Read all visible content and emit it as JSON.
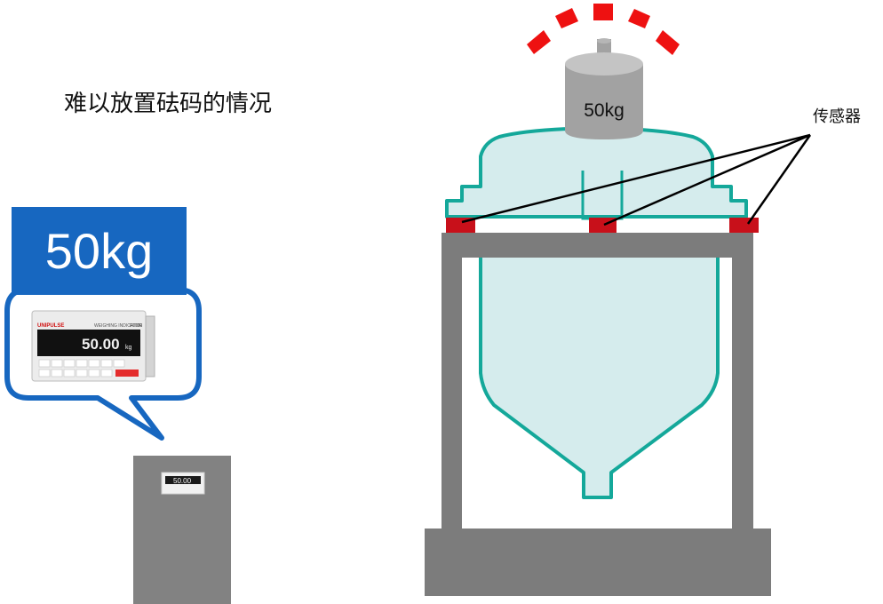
{
  "caption": "难以放置砝码的情况",
  "display_weight": "50kg",
  "weight_label": "50kg",
  "sensor_label": "传感器",
  "indicator": {
    "brand": "UNIPULSE",
    "model": "F1000",
    "subtitle": "WEIGHING INDICATOR",
    "reading": "50.00",
    "unit": "kg",
    "mini_reading": "50.00"
  },
  "colors": {
    "bubble_border": "#1767c0",
    "tank_outline": "#14a89a",
    "tank_fill": "#d5eced",
    "sensor": "#c8101a",
    "alert": "#ee1111",
    "frame": "#808080",
    "weight": "#a2a2a2"
  }
}
